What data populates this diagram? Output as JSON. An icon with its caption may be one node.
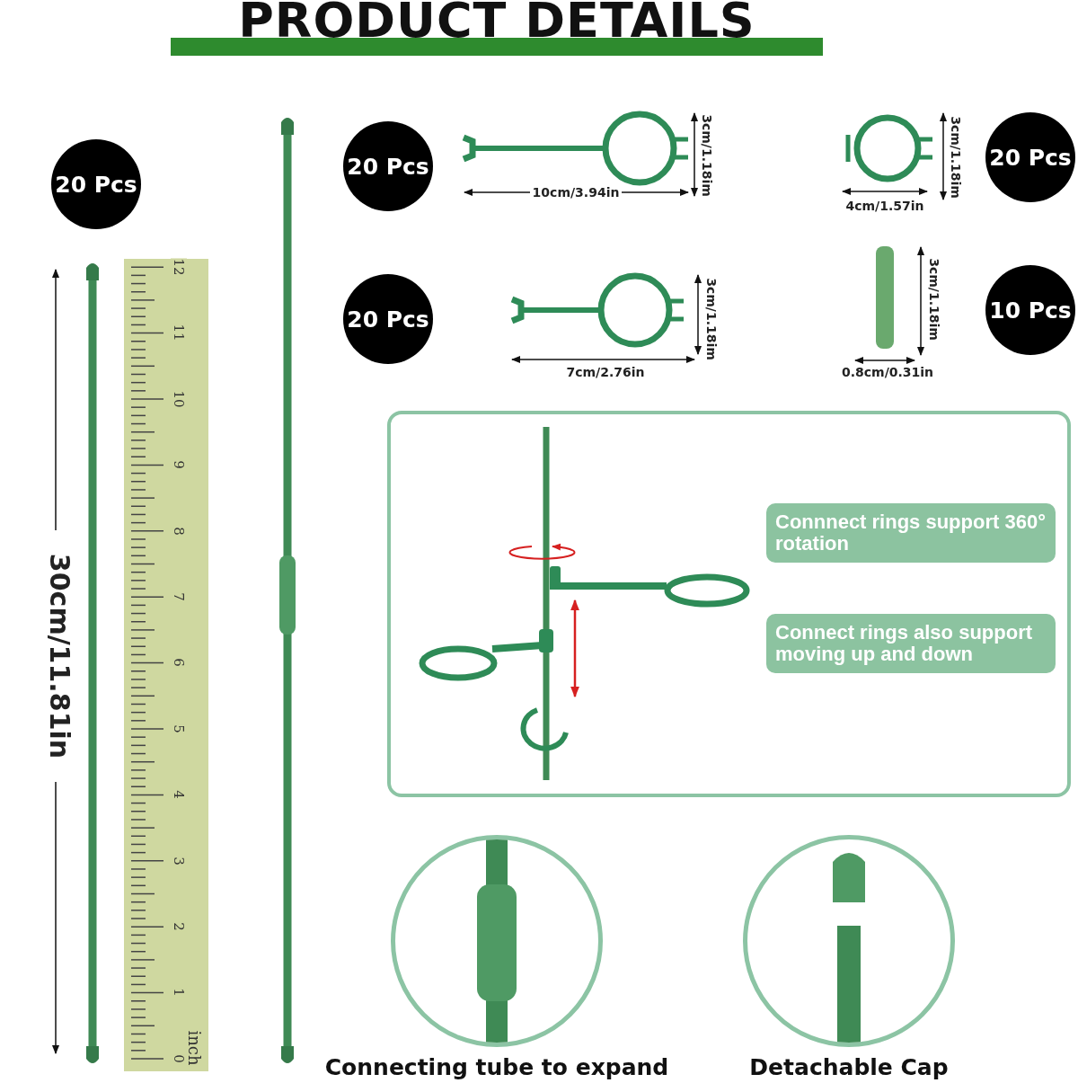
{
  "diagram": {
    "title": "PRODUCT DETAILS",
    "nodes": [
      {
        "text": [
          "20 Pcs"
        ]
      },
      {
        "text": [
          "20 Pcs"
        ]
      },
      {
        "text": [
          "20 Pcs"
        ]
      },
      {
        "text": [
          "20 Pcs"
        ]
      },
      {
        "text": [
          "10 Pcs"
        ]
      },
      {
        "text": [],
        "shape": "box"
      },
      {
        "text": [
          "Connnect rings support 360° rotation"
        ],
        "in": 5
      },
      {
        "text": [
          "Connect rings also support moving up and down"
        ],
        "in": 5
      },
      {
        "text": [],
        "shape": "circle",
        "beside": [
          "Connecting tube to expand"
        ]
      },
      {
        "text": [],
        "shape": "circle",
        "beside": [
          "Detachable Cap"
        ]
      }
    ],
    "labels": [
      "3cm/1.18im",
      "10cm/3.94in",
      "3cm/1.18im",
      "4cm/1.57in",
      "30cm/11.81in",
      "12",
      "11",
      "10",
      "9",
      "8",
      "7",
      "6",
      "5",
      "4",
      "3",
      "2",
      "1",
      "0",
      "inch",
      "3cm/1.18im",
      "7cm/2.76in",
      "3cm/1.18im",
      "0.8cm/0.31in"
    ]
  }
}
